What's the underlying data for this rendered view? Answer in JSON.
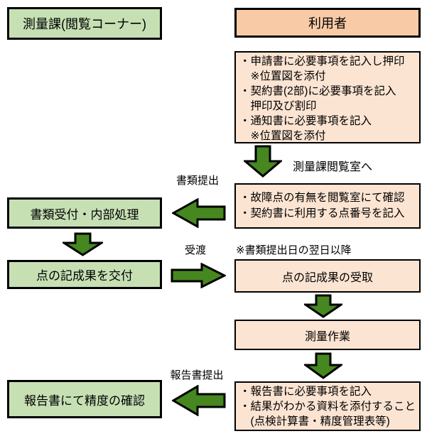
{
  "palette": {
    "green_box_bg": "#c6e0b4",
    "peach_header_bg": "#f8cba6",
    "peach_box_bg": "#fce4d2",
    "arrow_fill": "#46871f",
    "border": "#000000"
  },
  "left_column": {
    "header": "測量課(閲覧コーナー)",
    "box_reception": "書類受付・内部処理",
    "box_deliver": "点の記成果を交付",
    "box_accuracy": "報告書にて精度の確認"
  },
  "right_column": {
    "header": "利用者",
    "box_application_lines": [
      "・申請書に必要事項を記入し押印",
      "　※位置図を添付",
      "・契約書(2部)に必要事項を記入",
      "　押印及び割印",
      "・通知書に必要事項を記入",
      "　※位置図を添付"
    ],
    "box_fault_lines": [
      "・故障点の有無を閲覧室にて確認",
      "・契約書に利用する点番号を記入"
    ],
    "box_receive": "点の記成果の受取",
    "box_survey": "測量作業",
    "box_report_lines": [
      "・報告書に必要事項を記入",
      "・結果がわかる資料を添付すること",
      "　(点検計算書・精度管理表等)"
    ]
  },
  "labels": {
    "to_reading_room": "測量課閲覧室へ",
    "submit_documents": "書類提出",
    "handover": "受渡",
    "next_day_note": "※書類提出日の翌日以降",
    "submit_report": "報告書提出"
  }
}
